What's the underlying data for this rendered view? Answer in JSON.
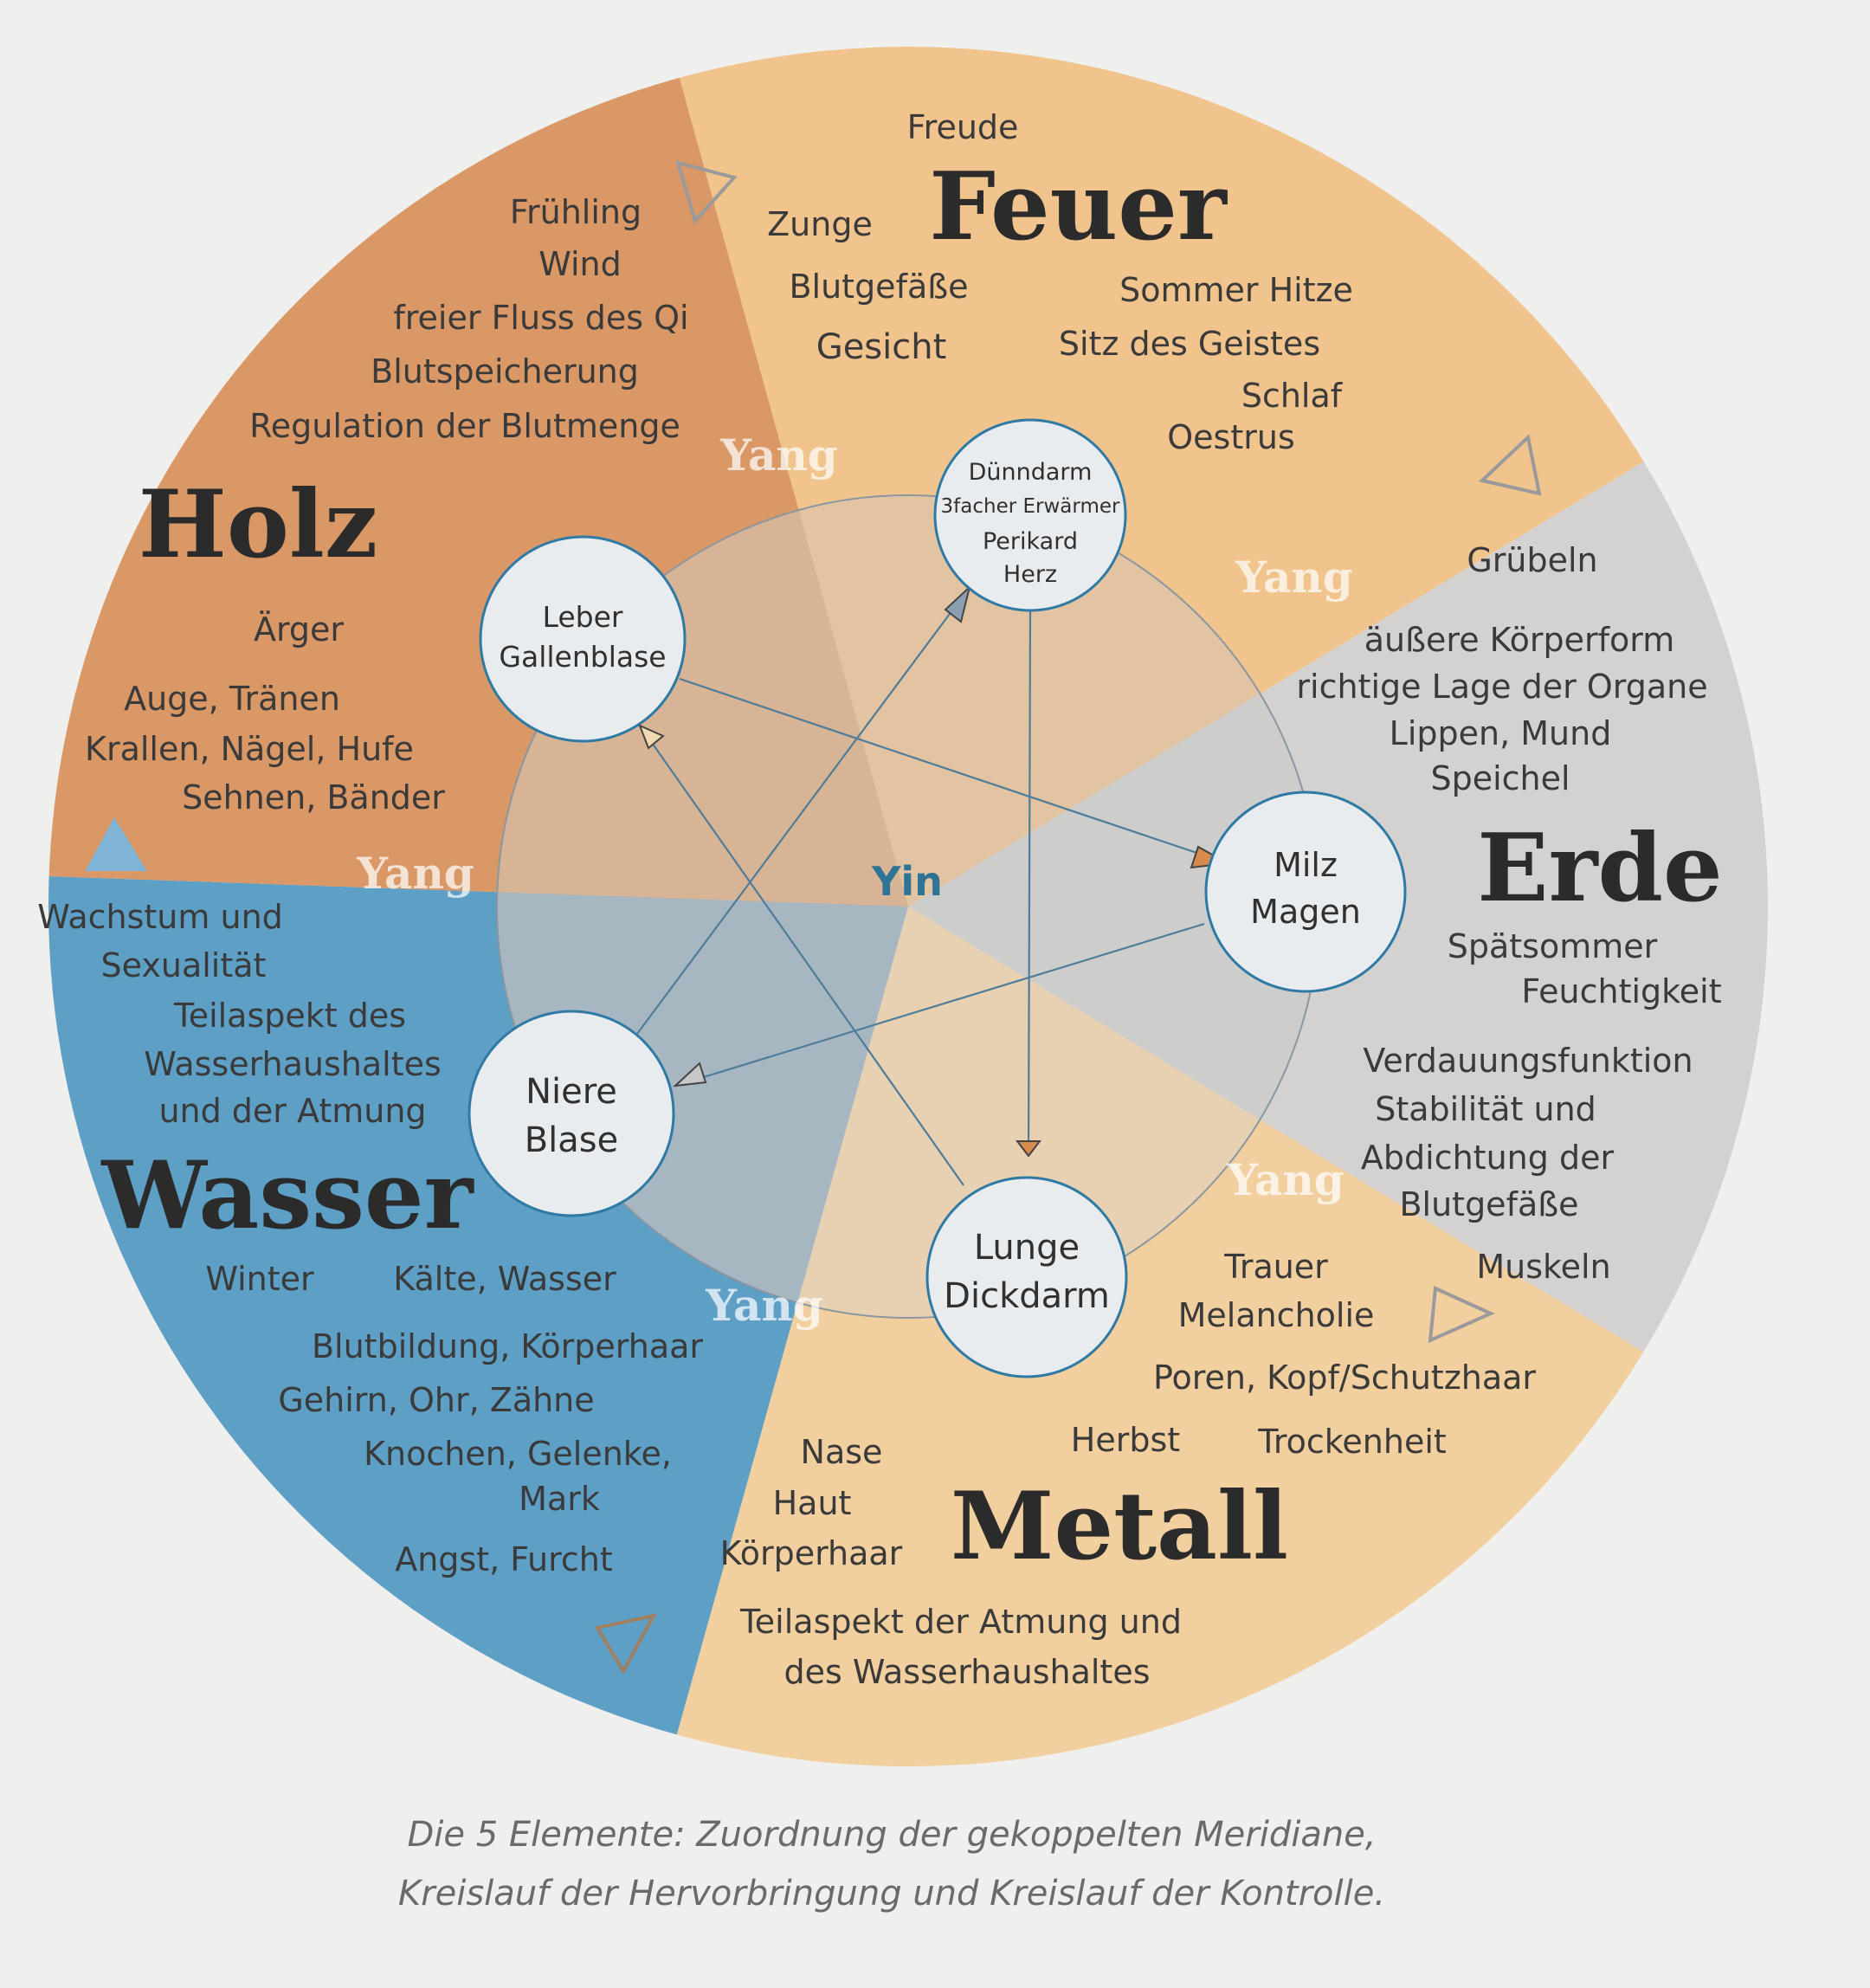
{
  "elements": {
    "feuer": {
      "name": "Feuer",
      "attributes": [
        "Freude",
        "Zunge",
        "Blutgefäße",
        "Gesicht",
        "Sommer  Hitze",
        "Sitz des Geistes",
        "Schlaf",
        "Oestrus"
      ],
      "organs": [
        "Dünndarm",
        "3facher Erwärmer",
        "Perikard",
        "Herz"
      ],
      "color": "#f0c48c"
    },
    "holz": {
      "name": "Holz",
      "attributes": [
        "Frühling",
        "Wind",
        "freier Fluss des Qi",
        "Blutspeicherung",
        "Regulation der Blutmenge",
        "Ärger",
        "Auge, Tränen",
        "Krallen, Nägel, Hufe",
        "Sehnen, Bänder"
      ],
      "organs": [
        "Leber",
        "Gallenblase"
      ],
      "color": "#d99866"
    },
    "erde": {
      "name": "Erde",
      "attributes": [
        "Grübeln",
        "äußere Körperform",
        "richtige Lage der Organe",
        "Lippen, Mund",
        "Speichel",
        "Spätsommer",
        "Feuchtigkeit",
        "Verdauungsfunktion",
        "Stabilität und",
        "Abdichtung der",
        "Blutgefäße",
        "Muskeln"
      ],
      "organs": [
        "Milz",
        "Magen"
      ],
      "color": "#d3d2d0"
    },
    "metall": {
      "name": "Metall",
      "attributes": [
        "Trauer",
        "Melancholie",
        "Poren, Kopf/Schutzhaar",
        "Herbst",
        "Trockenheit",
        "Nase",
        "Haut",
        "Körperhaar",
        "Teilaspekt der Atmung und",
        "des Wasserhaushaltes"
      ],
      "organs": [
        "Lunge",
        "Dickdarm"
      ],
      "color": "#f2cf9e"
    },
    "wasser": {
      "name": "Wasser",
      "attributes": [
        "Wachstum und",
        "Sexualität",
        "Teilaspekt des",
        "Wasserhaushaltes",
        "und der Atmung",
        "Winter",
        "Kälte, Wasser",
        "Blutbildung, Körperhaar",
        "Gehirn, Ohr, Zähne",
        "Knochen, Gelenke,",
        "Mark",
        "Angst, Furcht"
      ],
      "organs": [
        "Niere",
        "Blase"
      ],
      "color": "#5e9fc6"
    }
  },
  "yang_label": "Yang",
  "yin_label": "Yin",
  "caption": [
    "Die 5 Elemente: Zuordnung der gekoppelten Meridiane,",
    "Kreislauf der Hervorbringung und Kreislauf der Kontrolle."
  ]
}
